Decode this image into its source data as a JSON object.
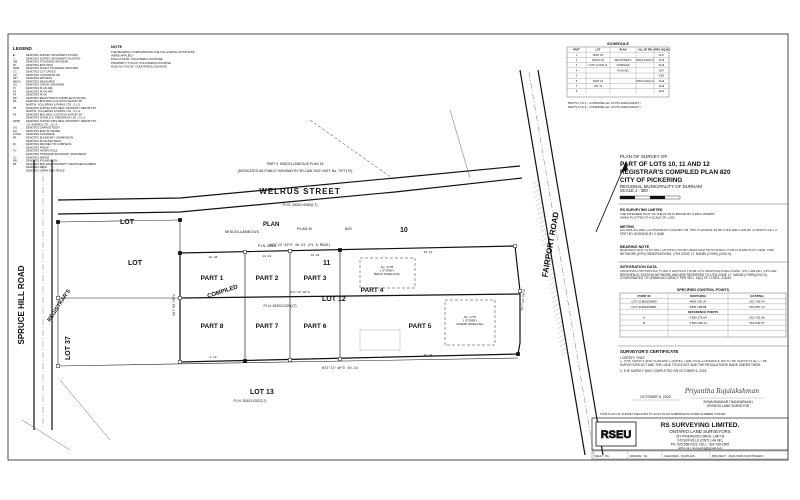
{
  "plan": {
    "title_lines": [
      "PLAN OF SURVEY OF",
      "PART OF LOTS 10, 11 AND 12",
      "REGISTRAR'S COMPILED PLAN 820",
      "CITY OF PICKERING",
      "REGIONAL MUNICIPALITY OF DURHAM"
    ],
    "scale": "SCALE 1 : 300"
  },
  "streets": {
    "welrus": "WELRUS     STREET",
    "welrus_sub": "(DEDICATED AS PUBLIC HIGHWAY BY BY-LAW 2022, INST. No. 7977170)",
    "welrus_pin": "P.I.N. 26302-0080(LT)",
    "welrus_plan_note": "PART 9, MISCELLANEOUS PLAN 18",
    "spruce_hill": "SPRUCE HILL ROAD",
    "fairport": "FAIRPORT ROAD",
    "registrars": "REGISTRAR'S"
  },
  "lots": {
    "lot_label_left": "LOT",
    "lot_10": "10",
    "lot_11": "11",
    "lot_12": "LOT 12",
    "lot_13": "LOT 13",
    "lot_37": "LOT 37",
    "compiled": "COMPILED",
    "plan": "PLAN",
    "plan_820": "820",
    "plan_m": "PLAN M",
    "misc": "MISCELLANEOUS",
    "pin_top": "P.I.N. 26302-",
    "pin_mid": "P.I.N. 26303-0320(LT)",
    "pin_lot13": "P.I.N. 26303-0337(LT)"
  },
  "parts": [
    "PART 1",
    "PART 2",
    "PART 3",
    "PART 4",
    "PART 5",
    "PART 6",
    "PART 7",
    "PART 8"
  ],
  "legend": {
    "heading": "LEGEND",
    "rows": [
      [
        "■",
        "DENOTES SURVEY MONUMENT FOUND"
      ],
      [
        "□",
        "DENOTES SURVEY MONUMENT PLANTED"
      ],
      [
        "SIB",
        "DENOTES STANDARD IRON BAR"
      ],
      [
        "IB",
        "DENOTES IRON BAR"
      ],
      [
        "SSIB",
        "DENOTES SHORT STANDARD IRON BAR"
      ],
      [
        "CC",
        "DENOTES CUT CROSS"
      ],
      [
        "CP",
        "DENOTES CONCRETE PIN"
      ],
      [
        "WIT",
        "DENOTES WITNESS"
      ],
      [
        "MEAS",
        "DENOTES MEASURED"
      ],
      [
        "OU",
        "DENOTES ORIGIN UNKNOWN"
      ],
      [
        "PI",
        "DENOTES PLAN 40R-"
      ],
      [
        "P2",
        "DENOTES PLAN 40R-"
      ],
      [
        "P3",
        "DENOTES PLAN"
      ],
      [
        "RP",
        "DENOTES REGISTRAR'S COMPILED PLAN 820"
      ],
      [
        "BF",
        "DENOTES BUILDING LOCATION SURVEY BY"
      ],
      [
        "",
        "MARTIN, VOLLERING & PARKS LTD., O.L.S."
      ],
      [
        "P5",
        "DENOTES SURVEYOR'S REAL PROPERTY REPORT BY"
      ],
      [
        "",
        "MARTIN, VOLLERING & PARKS LTD., O.L.S."
      ],
      [
        "P6",
        "DENOTES BUILDING LOCATION SURVEY BY"
      ],
      [
        "",
        "DENOTES DONALD S. FREDERICK LTD., O.L.S."
      ],
      [
        "SPRP",
        "DENOTES SURVEYOR'S REAL PROPERTY REPORT BY"
      ],
      [
        "",
        "J.D. BARNES LTD., O.L.S."
      ],
      [
        "OG",
        "DENOTES GARAGE ROOF"
      ],
      [
        "EO",
        "DENOTES END OF FRAME"
      ],
      [
        "CONC",
        "DENOTES CONCRETE"
      ],
      [
        "BF",
        "DENOTES BOUNDARY COMMISSION"
      ],
      [
        "",
        "DENOTES PLAN AND MEAS"
      ],
      [
        "RI",
        "DENOTES REVISED TO COMPLETE"
      ],
      [
        "",
        "DENOTES FENCE"
      ],
      [
        "TV",
        "DENOTES HYDRO POLE"
      ],
      [
        "",
        "DENOTES TOWNSHIP BOUNDARY MONUMENT"
      ],
      [
        "LC",
        "DENOTES HEDGE"
      ],
      [
        "HB",
        "DENOTES FOUNDATION"
      ],
      [
        "BF",
        "DENOTES BUILDING PROPERTY IDENTIFIER NUMBER"
      ],
      [
        "",
        "DENOTES DECK"
      ],
      [
        "",
        "DENOTES CHAIN LINK FENCE"
      ]
    ]
  },
  "note": {
    "heading": "NOTE",
    "lines": [
      "THE BEARING COMPARISONS THE FOLLOWING ROTATIONS",
      "WERE APPLIED:",
      "PLAN      0°02'20\" COUNTERCLOCKWISE",
      "PROPERTY  0°02'20\" COUNTERCLOCKWISE",
      "PLAN M-   0°02'20\" COUNTERCLOCKWISE"
    ]
  },
  "schedule": {
    "heading": "SCHEDULE",
    "columns": [
      "PART",
      "LOT",
      "PLAN",
      "ALL OF PIN",
      "AREA (SQ.M.)"
    ],
    "rows": [
      [
        "1",
        "PART OF",
        "",
        "",
        "0117"
      ],
      [
        "2",
        "PARTS OF",
        "REGISTRAR'S",
        "26302-0022(LT)",
        "0115"
      ],
      [
        "3",
        "LOTS 10 AND 11",
        "COMPILED",
        "",
        "0116"
      ],
      [
        "4",
        "",
        "PLAN 820",
        "",
        "0267"
      ],
      [
        "5",
        "",
        "",
        "",
        "0302"
      ],
      [
        "6",
        "PART OF",
        "",
        "26302-0021(LT)",
        "0119"
      ],
      [
        "7",
        "LOT 12",
        "",
        "",
        "0119"
      ],
      [
        "8",
        "",
        "",
        "",
        "0122"
      ]
    ],
    "notes": [
      "PARTS 1 TO 4 – COMPRISE ALL OF PIN 26302-0022(LT)",
      "PARTS 5 TO 8 – COMPRISE ALL OF PIN 26302-0021(LT)"
    ]
  },
  "metric": {
    "heading": "METRIC",
    "text": "DISTANCES AND COORDINATES SHOWN ON THIS PLAN ARE IN METRES AND CAN BE CONVERTED TO FEET BY DIVIDING BY 0.3048."
  },
  "bearing": {
    "heading": "BEARING NOTE",
    "text": "BEARINGS ARE UTM GRID, DERIVED FROM OBSERVED REFERENCE POINTS A AND B BY REAL TIME NETWORK (RTN) OBSERVATIONS, UTM ZONE 17, NAD83 (CSRS) (2010.0)."
  },
  "integration": {
    "heading": "INTEGRATION DATA",
    "text": "OBSERVED REFERENCE POINTS DERIVED FROM GPS OBSERVATIONS USING THE CAN-NET VIRTUAL REFERENCE STATION NETWORK AND ARE REFERRED TO UTM ZONE 17, NAD83 (CSRS)(2010.0). COORDINATES TO URBAN ACCURACY PER SEC. 14(2) OF O.REG. 216/10."
  },
  "control": {
    "heading": "SPECIFIED CONTROL POINTS",
    "columns": [
      "POINT ID",
      "NORTHING",
      "EASTING"
    ],
    "rows": [
      [
        "COT 01800228808",
        "4856 265.25",
        "652 796.54"
      ],
      [
        "COT 01800228821",
        "4856 189.88",
        "652 887.13"
      ]
    ],
    "ref_heading": "REFERENCE POINTS",
    "ref_rows": [
      [
        "A",
        "4 856 276.84",
        "652 762.96"
      ],
      [
        "B",
        "4 856 198.12",
        "652 849.57"
      ]
    ]
  },
  "certificate": {
    "heading": "SURVEYOR'S CERTIFICATE",
    "intro": "I CERTIFY THAT:",
    "lines": [
      "1. THIS SURVEY AND PLAN ARE CORRECT AND IN ACCORDANCE WITH THE SURVEYS ACT, THE SURVEYORS ACT AND THE LAND TITLES ACT AND THE REGULATIONS MADE UNDER THEM.",
      "2. THE SURVEY WAS COMPLETED ON OCTOBER 6, 2023."
    ],
    "date": "OCTOBER 6, 2023",
    "signature": "Priyantha Rajalakshman",
    "signer": "SHIVASHANKAR THANGARAJAH",
    "signer_title": "ONTARIO LAND SURVEYOR"
  },
  "survey_company_box": {
    "heading": "RS SURVEYING LIMITED",
    "lines": [
      "THE INTENDED PLOT OF THE PLAN IS BOUND BY 0.280m WIDEST",
      "WHEN PLOTTED AT A SCALE OF 1:300"
    ]
  },
  "firm": {
    "logo": "RSEU",
    "name": "RS SURVEYING LIMITED.",
    "sub": "ONTARIO LAND SURVEYORS",
    "address1": "227 PINEWOOD DRIVE, UNIT B",
    "address2": "STOUFFVILLE (ONT) L4A 0E1",
    "phone": "PH: 905-558-0321  CELL: 416-708-2545",
    "email": "rsfirm.ca | rsurveying@gmail.com"
  },
  "footer": {
    "cells": [
      "FIELD : RU",
      "DRAWN : NL",
      "CHECKED : SVATHAS",
      "PROJECT : 2023-0018 (CONTINUED)"
    ],
    "note": "THIS PLAN OF SURVEY RELATES TO AOLS PLAN SUBMISSION FORM NUMBER V-51330"
  },
  "dimensions": {
    "top_frontage": "N72°15'40\"E   40.53 (P1 & MEAS)",
    "bottom_frontage": "N72°15'40\"E   40.44",
    "lot_line": "N72°16'00\"E",
    "left_side": "N17°44'20\"W",
    "right_side": "N17°44'20\"W",
    "dist_1": "10.05",
    "dist_2": "10.18",
    "dist_3": "19.94",
    "dist_4": "40.21",
    "dist_5": "30.84",
    "dist_6": "8.18",
    "house_1": "No. 1778\n1 STOREY\nBRICK DWELLING",
    "house_2": "No. 1772\n1 STOREY\nFRAME DWELLING"
  }
}
